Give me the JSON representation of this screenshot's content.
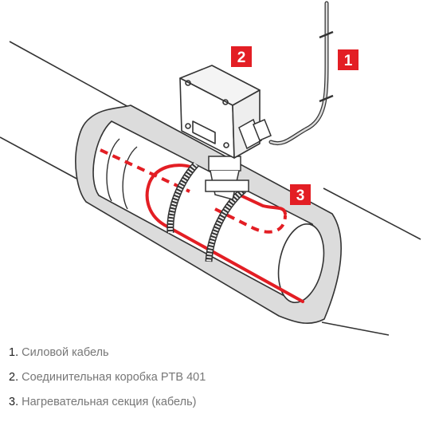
{
  "markers": [
    {
      "number": "1",
      "color": "#e31e24"
    },
    {
      "number": "2",
      "color": "#e31e24"
    },
    {
      "number": "3",
      "color": "#e31e24"
    }
  ],
  "legend": [
    {
      "number": "1.",
      "text": "Силовой кабель"
    },
    {
      "number": "2.",
      "text": "Соединительная коробка PTB 401"
    },
    {
      "number": "3.",
      "text": "Нагревательная секция (кабель)"
    }
  ],
  "colors": {
    "heating_cable": "#e31e24",
    "outline": "#333333",
    "insulation": "#dcdcdc"
  }
}
